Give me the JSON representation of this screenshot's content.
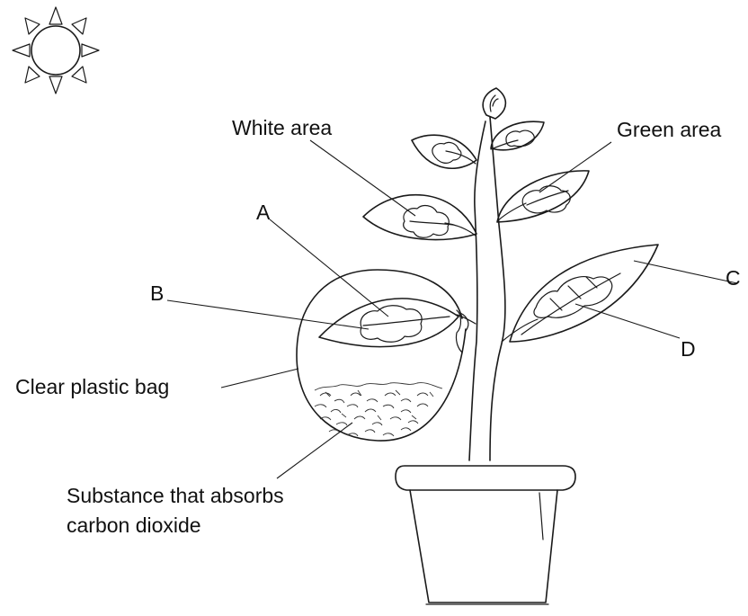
{
  "labels": {
    "white_area": "White area",
    "green_area": "Green area",
    "a": "A",
    "b": "B",
    "c": "C",
    "d": "D",
    "bag": "Clear plastic bag",
    "substance_line1": "Substance that absorbs",
    "substance_line2": "carbon dioxide"
  }
}
